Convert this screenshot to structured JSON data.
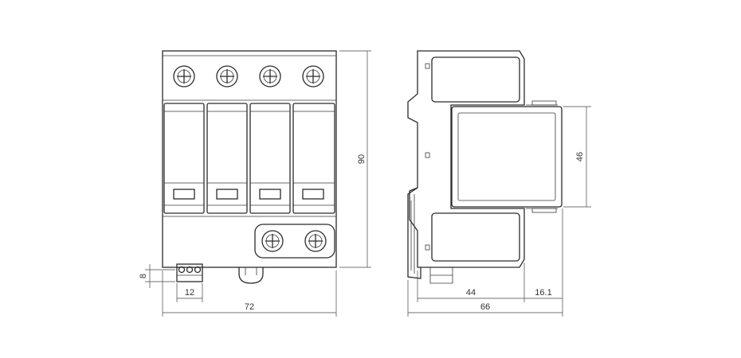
{
  "drawing": {
    "front_view": {
      "poles": 4,
      "width_label": "72",
      "height_label": "90",
      "terminal_pitch_label": "12",
      "terminal_height_label": "8"
    },
    "side_view": {
      "depth_label": "66",
      "body_depth_label": "44",
      "front_protrusion_label": "16.1",
      "front_face_height_label": "46"
    }
  }
}
